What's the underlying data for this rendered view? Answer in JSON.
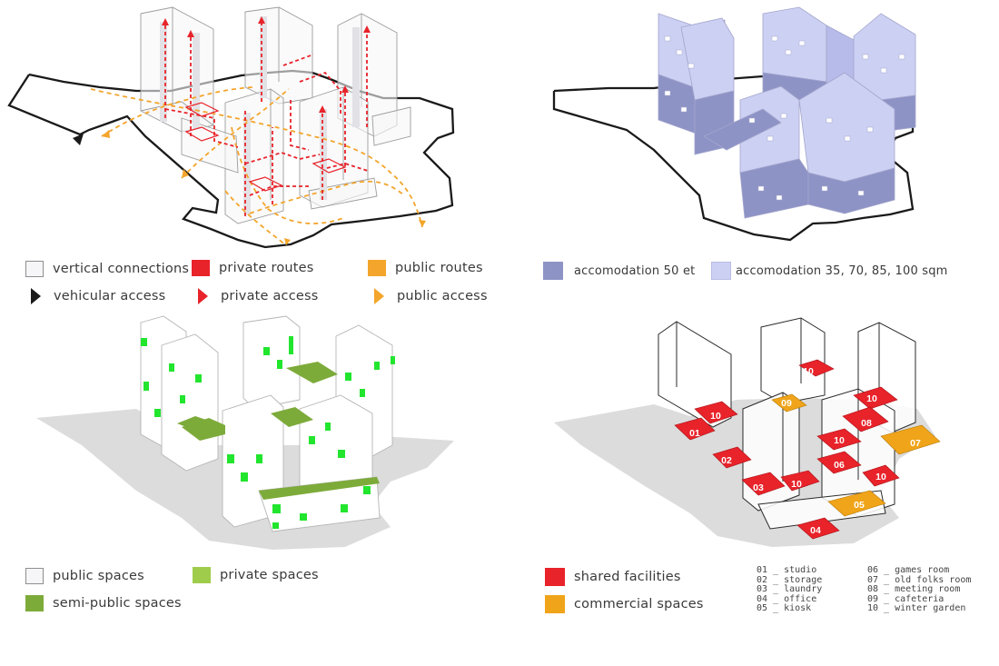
{
  "colors": {
    "private_red": "#e8232a",
    "public_orange": "#f3a52c",
    "semi_public_green": "#7dab3a",
    "private_green": "#22e52e",
    "accom_dark": "#8e93c6",
    "accom_light": "#ccd0f3",
    "commercial": "#f0a419",
    "vertical": "#f6f6f8",
    "shadow": "#dcdcdc"
  },
  "circulation_legend": [
    {
      "label": "vertical connections",
      "swatch": "outline"
    },
    {
      "label": "private routes",
      "swatch": "red"
    },
    {
      "label": "public routes",
      "swatch": "orange"
    },
    {
      "label": "vehicular access",
      "swatch": "black-arrow"
    },
    {
      "label": "private access",
      "swatch": "red-arrow"
    },
    {
      "label": "public access",
      "swatch": "orange-arrow"
    }
  ],
  "accommodation_legend": [
    {
      "label": "accomodation 50 et",
      "swatch": "dark-blue"
    },
    {
      "label": "accomodation 35, 70, 85, 100 sqm",
      "swatch": "light-blue"
    }
  ],
  "spaces_legend": [
    {
      "label": "public spaces",
      "swatch": "outline"
    },
    {
      "label": "private spaces",
      "swatch": "bright-green"
    },
    {
      "label": "semi-public spaces",
      "swatch": "olive-green"
    }
  ],
  "facilities_legend": [
    {
      "label": "shared facilities",
      "swatch": "red"
    },
    {
      "label": "commercial spaces",
      "swatch": "orange"
    }
  ],
  "facility_index": [
    "01 _ studio",
    "02 _ storage",
    "03 _ laundry",
    "04 _ office",
    "05 _ kiosk",
    "06 _ games room",
    "07 _ old folks room",
    "08 _ meeting room",
    "09 _ cafeteria",
    "10 _ winter garden"
  ],
  "facility_labels": [
    "10",
    "01",
    "02",
    "03",
    "10",
    "04",
    "09",
    "10",
    "05",
    "10",
    "08",
    "07",
    "10",
    "06",
    "10"
  ]
}
